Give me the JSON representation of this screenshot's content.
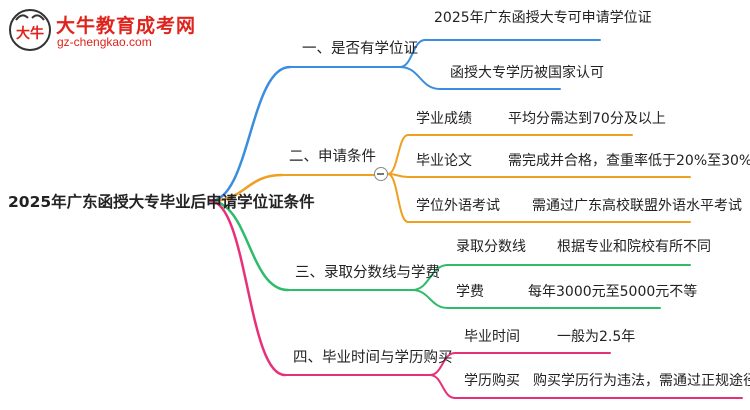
{
  "logo": {
    "title": "大牛教育成考网",
    "url": "gz-chengkao.com",
    "emblem_text": "大牛"
  },
  "root": {
    "label": "2025年广东函授大专毕业后申请学位证条件"
  },
  "branches": [
    {
      "label": "一、是否有学位证",
      "color": "#3b8de0",
      "children": [
        {
          "label": "2025年广东函授大专可申请学位证"
        },
        {
          "label": "函授大专学历被国家认可"
        }
      ]
    },
    {
      "label": "二、申请条件",
      "color": "#f0a020",
      "collapse_icon": "minus-circle-icon",
      "children": [
        {
          "label": "学业成绩",
          "value": "平均分需达到70分及以上"
        },
        {
          "label": "毕业论文",
          "value": "需完成并合格，查重率低于20%至30%"
        },
        {
          "label": "学位外语考试",
          "value": "需通过广东高校联盟外语水平考试"
        }
      ]
    },
    {
      "label": "三、录取分数线与学费",
      "color": "#2ebb6a",
      "children": [
        {
          "label": "录取分数线",
          "value": "根据专业和院校有所不同"
        },
        {
          "label": "学费",
          "value": "每年3000元至5000元不等"
        }
      ]
    },
    {
      "label": "四、毕业时间与学历购买",
      "color": "#e8307a",
      "children": [
        {
          "label": "毕业时间",
          "value": "一般为2.5年"
        },
        {
          "label": "学历购买",
          "value": "购买学历行为违法，需通过正规途径获得"
        }
      ]
    }
  ]
}
